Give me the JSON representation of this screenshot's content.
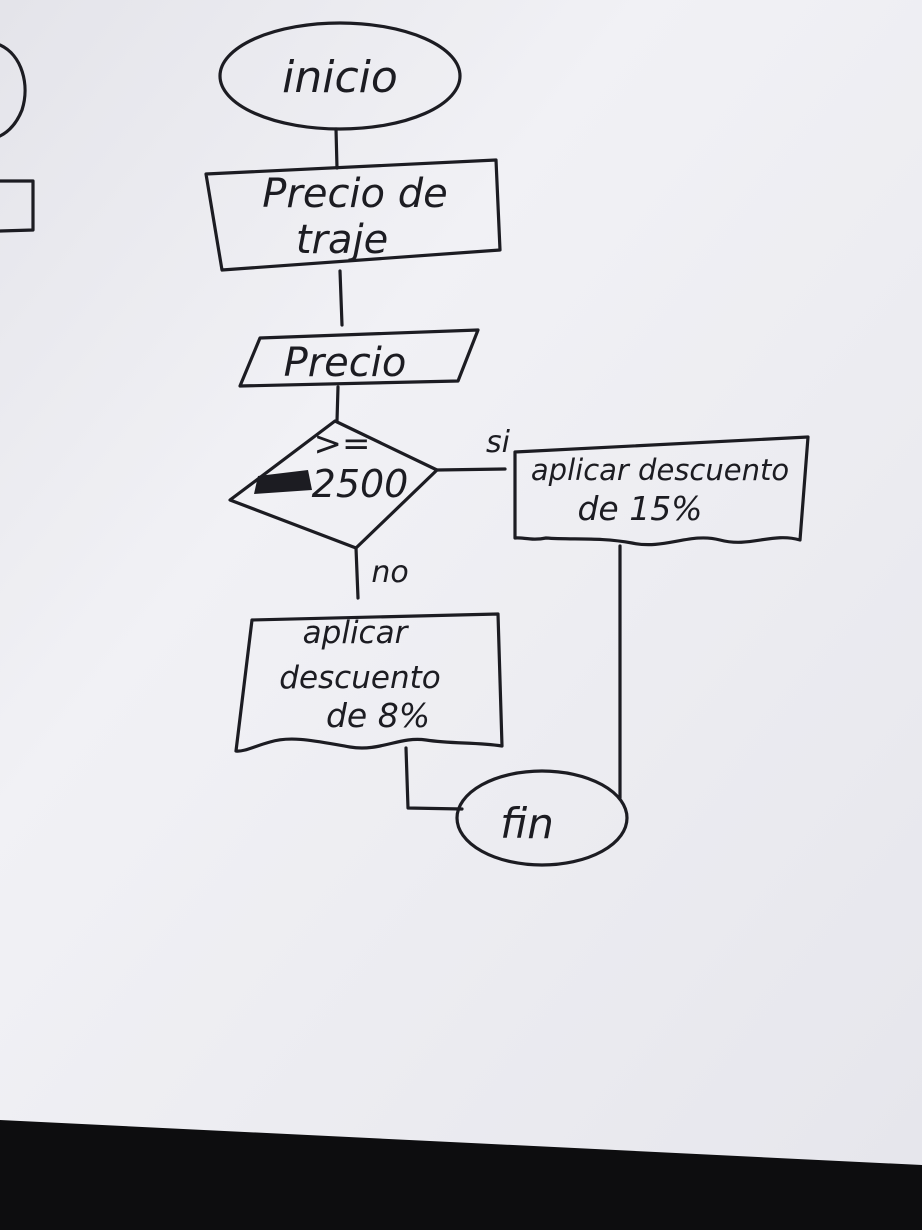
{
  "diagram": {
    "start_label": "inicio",
    "input_lines": [
      "Precio de",
      "traje"
    ],
    "data_label": "Precio",
    "decision_lines": [
      ">=",
      "2500"
    ],
    "yes_label": "si",
    "no_label": "no",
    "yes_process_lines": [
      "aplicar descuento",
      "de 15%"
    ],
    "no_process_lines": [
      "aplicar",
      "descuento",
      "de 8%"
    ],
    "end_label": "fin"
  },
  "colors": {
    "paper": "#efeff3",
    "ink": "#1c1c22",
    "background": "#0d0d0f"
  }
}
